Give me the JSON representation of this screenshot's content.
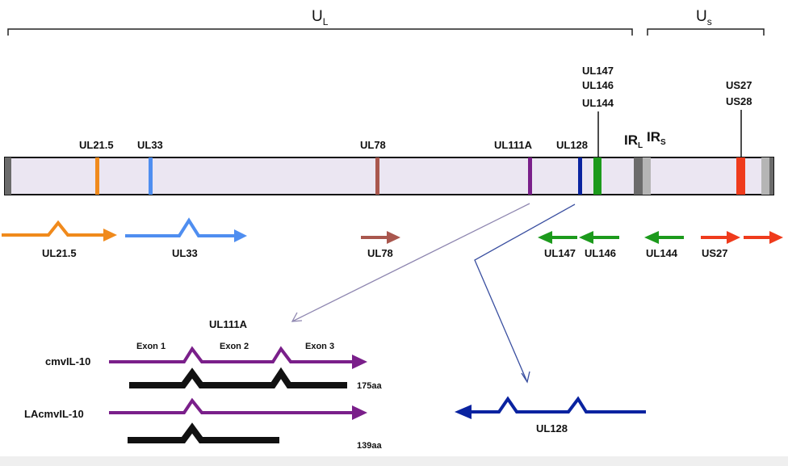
{
  "regions": {
    "long": {
      "letter": "U",
      "sub": "L"
    },
    "short": {
      "letter": "U",
      "sub": "s"
    },
    "repeats": {
      "ir_l": "IR",
      "ir_l_sub": "L",
      "ir_s": "IR",
      "ir_s_sub": "S"
    }
  },
  "genome_labels": {
    "ul21_5": "UL21.5",
    "ul33": "UL33",
    "ul78": "UL78",
    "ul111a": "UL111A",
    "ul128": "UL128",
    "ul147": "UL147",
    "ul146": "UL146",
    "ul144": "UL144",
    "us27": "US27",
    "us28": "US28"
  },
  "gene_labels": {
    "ul21_5": "UL21.5",
    "ul33": "UL33",
    "ul78": "UL78",
    "ul147": "UL147",
    "ul146": "UL146",
    "ul144": "UL144",
    "us27": "US27"
  },
  "ul111a_detail": {
    "title": "UL111A",
    "exon1": "Exon 1",
    "exon2": "Exon 2",
    "exon3": "Exon 3",
    "transcript1": "cmvIL-10",
    "transcript2": "LAcmvIL-10",
    "protein1": "175aa",
    "protein2": "139aa"
  },
  "ul128_detail": {
    "label": "UL128"
  },
  "colors": {
    "orange": "#f08a1c",
    "blue": "#4f8ef0",
    "brown": "#a9574e",
    "purple": "#7a1f8a",
    "navy": "#0a23a0",
    "green": "#1c9a1c",
    "red": "#ef3b1c",
    "genome_fill": "#ebe6f2"
  }
}
